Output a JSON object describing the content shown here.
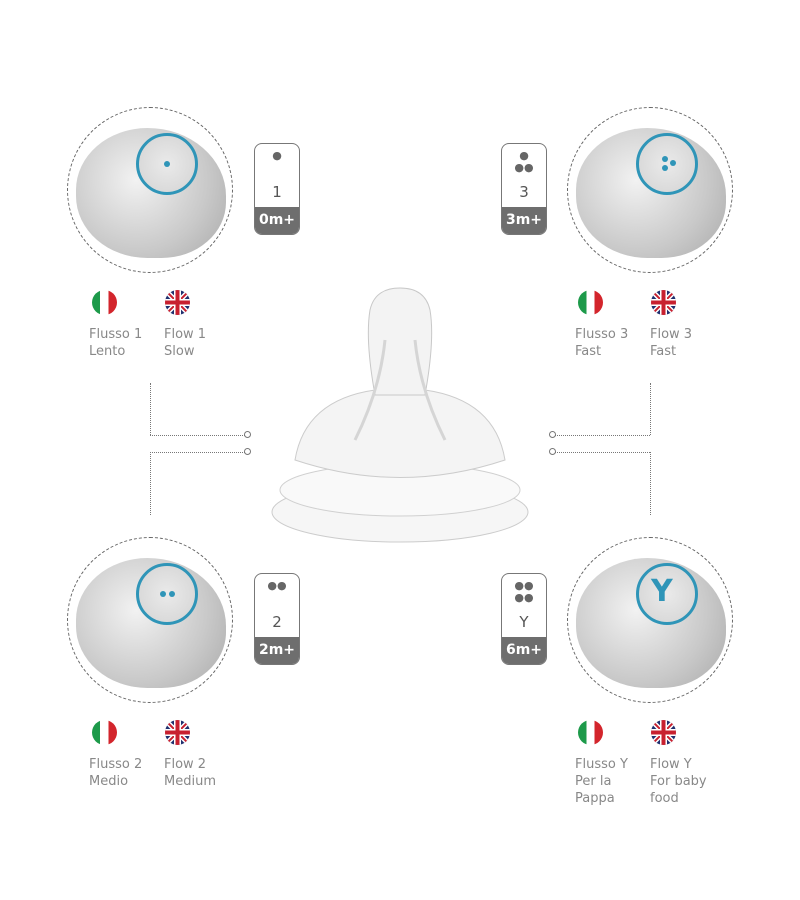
{
  "accent_color": "#2f95b8",
  "quadrants": [
    {
      "id": "flow-1",
      "drops": 1,
      "symbol": "1",
      "age": "0m+",
      "it_label": [
        "Flusso 1",
        "Lento"
      ],
      "en_label": [
        "Flow 1",
        "Slow"
      ]
    },
    {
      "id": "flow-3",
      "drops": 3,
      "symbol": "3",
      "age": "3m+",
      "it_label": [
        "Flusso 3",
        "Fast"
      ],
      "en_label": [
        "Flow 3",
        "Fast"
      ]
    },
    {
      "id": "flow-2",
      "drops": 2,
      "symbol": "2",
      "age": "2m+",
      "it_label": [
        "Flusso 2",
        "Medio"
      ],
      "en_label": [
        "Flow 2",
        "Medium"
      ]
    },
    {
      "id": "flow-y",
      "drops": 4,
      "symbol": "Y",
      "age": "6m+",
      "it_label": [
        "Flusso Y",
        "Per la",
        "Pappa"
      ],
      "en_label": [
        "Flow Y",
        "For baby",
        "food"
      ]
    }
  ]
}
